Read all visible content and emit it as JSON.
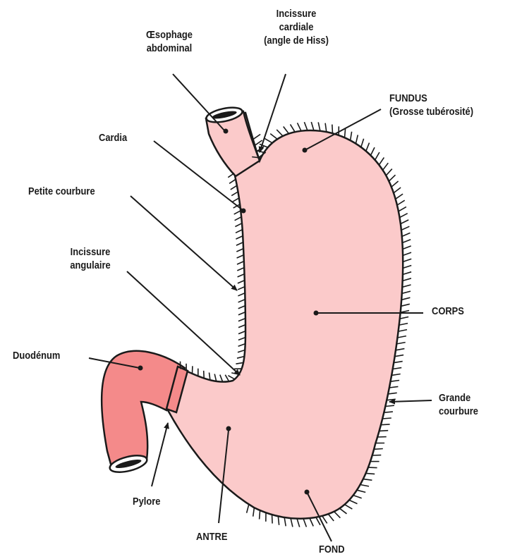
{
  "colors": {
    "stomach_fill": "#fbcaca",
    "duodenum_fill": "#f48a8a",
    "outline": "#1a1a1a"
  },
  "labels": {
    "oesophage": [
      "Œsophage",
      "abdominal"
    ],
    "incissure_cardiale": [
      "Incissure",
      "cardiale",
      "(angle de Hiss)"
    ],
    "fundus": [
      "FUNDUS",
      "(Grosse tubérosité)"
    ],
    "cardia": "Cardia",
    "petite_courbure": "Petite courbure",
    "incissure_angulaire": [
      "Incissure",
      "angulaire"
    ],
    "duodenum": "Duodénum",
    "corps": "CORPS",
    "grande_courbure": [
      "Grande",
      "courbure"
    ],
    "pylore": "Pylore",
    "antre": "ANTRE",
    "fond": "FOND"
  }
}
